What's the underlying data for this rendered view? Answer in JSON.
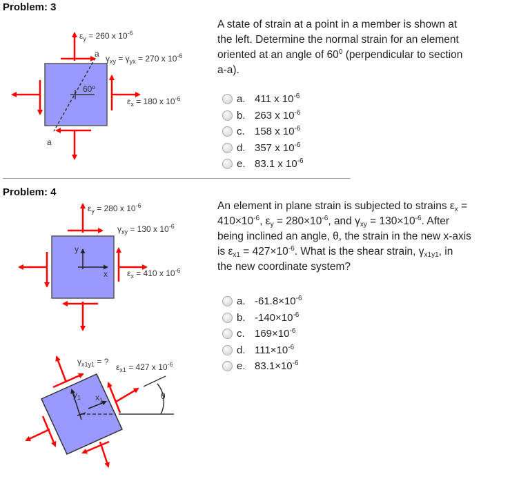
{
  "problems": [
    {
      "title": "Problem: 3",
      "question": {
        "lines": [
          "A state of strain at a point in a member is shown at",
          "the left. Determine the normal strain for an element",
          "oriented at an angle of 60",
          "(perpendicular to section",
          "a-a)."
        ],
        "degree_sup": "0"
      },
      "figure": {
        "eps_y_label": "= 260 x 10",
        "eps_x_label": "= 180 x 10",
        "gamma_label_mid": "= ",
        "gamma_label_end": "= 270 x 10",
        "exponent": "-6",
        "angle_label": "60º",
        "section_label_top": "a",
        "section_label_bottom": "a",
        "element_color": "#9999ff",
        "arrow_color": "#ff0000"
      },
      "options": [
        {
          "letter": "a.",
          "value": "411 x 10",
          "exp": "-6"
        },
        {
          "letter": "b.",
          "value": "263 x 10",
          "exp": "-6"
        },
        {
          "letter": "c.",
          "value": "158 x 10",
          "exp": "-6"
        },
        {
          "letter": "d.",
          "value": "357 x 10",
          "exp": "-6"
        },
        {
          "letter": "e.",
          "value": "83.1 x 10",
          "exp": "-6"
        }
      ]
    },
    {
      "title": "Problem: 4",
      "question": {
        "line1": "An element in plane strain is subjected to strains ε",
        "line1_sub": "x",
        "line1_end": " =",
        "line2_a": "410×10",
        "line2_b": ", ε",
        "line2_sub_y": "y",
        "line2_c": " = 280×10",
        "line2_d": ", and γ",
        "line2_sub_xy": "xy",
        "line2_e": " = 130×10",
        "line2_f": ". After",
        "line3": "being inclined an angle, θ, the strain in the new x-axis",
        "line4_a": "is ε",
        "line4_sub": "x1",
        "line4_b": " = 427×10",
        "line4_c": ". What is the shear strain,  γ",
        "line4_sub2": "x1y1",
        "line4_d": ", in",
        "line5": "the new coordinate system?",
        "exponent": "-6"
      },
      "figure_top": {
        "eps_y_label": "= 280 x 10",
        "gamma_label": "= 130 x 10",
        "eps_x_label": "= 410 x 10",
        "exponent": "-6",
        "axis_x": "x",
        "axis_y": "y"
      },
      "figure_bottom": {
        "gamma_label": "= ?",
        "eps_label": "= 427 x 10",
        "exponent": "-6",
        "axis_x": "x",
        "axis_y": "y",
        "axis_sub": "1",
        "angle_label": "θ"
      },
      "options": [
        {
          "letter": "a.",
          "value": "-61.8×10",
          "exp": "-6"
        },
        {
          "letter": "b.",
          "value": "-140×10",
          "exp": "-6"
        },
        {
          "letter": "c.",
          "value": "169×10",
          "exp": "-6"
        },
        {
          "letter": "d.",
          "value": "111×10",
          "exp": "-6"
        },
        {
          "letter": "e.",
          "value": "83.1×10",
          "exp": "-6"
        }
      ]
    }
  ]
}
